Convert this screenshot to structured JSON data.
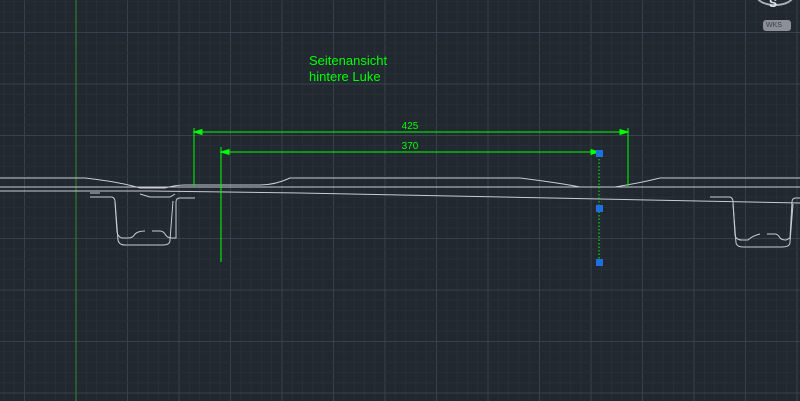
{
  "annotation": {
    "line1": "Seitenansicht",
    "line2": "hintere Luke"
  },
  "dimensions": [
    {
      "label": "425"
    },
    {
      "label": "370"
    }
  ],
  "viewcube": {
    "compass_letter": "S",
    "ucs_label": "WKS"
  },
  "colors": {
    "background": "#212830",
    "grid_major": "#37404c",
    "grid_minor": "#272f39",
    "annotation": "#00ff00",
    "grip": "#1e6fe0",
    "geometry": "#c8ccd2"
  }
}
